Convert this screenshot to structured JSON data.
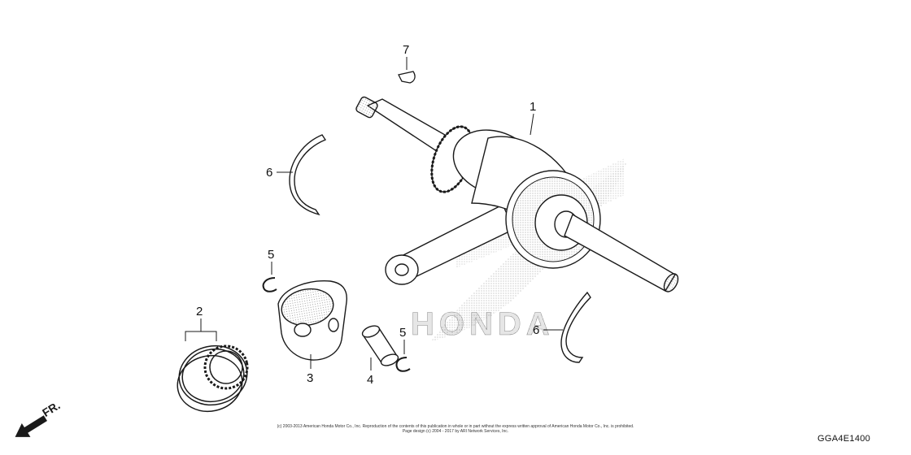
{
  "callouts": {
    "crankshaft": "1",
    "piston_ring_set": "2",
    "piston": "3",
    "piston_pin": "4",
    "pin_clip_upper": "5",
    "pin_clip_lower": "5",
    "crank_ring_left": "6",
    "crank_ring_right": "6",
    "woodruff_key": "7"
  },
  "watermark": {
    "brand": "HONDA"
  },
  "front_arrow": {
    "label": "FR."
  },
  "footer": {
    "copyright_line1": "(c) 2003-2013 American Honda Motor Co., Inc. Reproduction of the contents of this publication in whole or in part without the express written approval of American Honda Motor Co., Inc. is prohibited.",
    "copyright_line2": "Page design (c) 2004 - 2017 by ARI Network Services, Inc.",
    "diagram_code": "GGA4E1400"
  },
  "colors": {
    "line": "#1a1a1a",
    "stipple": "#8a8a8a",
    "background": "#ffffff"
  }
}
